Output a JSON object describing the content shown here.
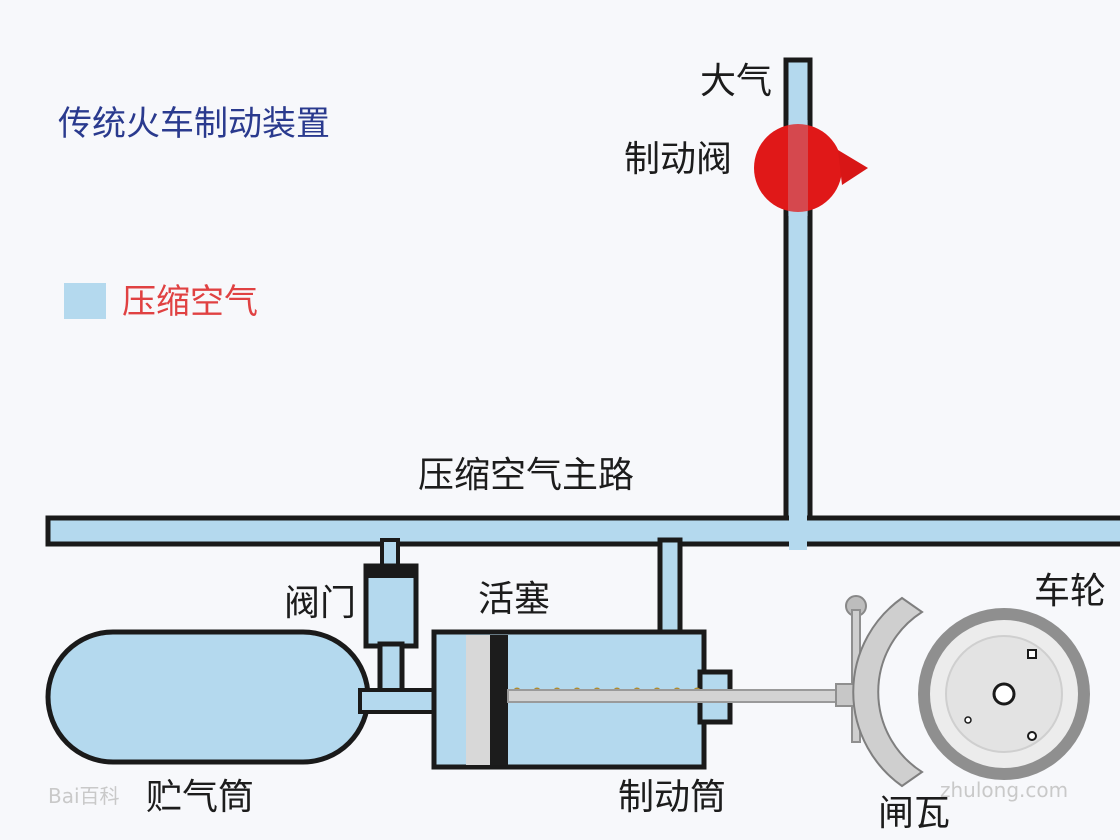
{
  "title": "传统火车制动装置",
  "legend": {
    "label": "压缩空气",
    "color": "#b4d9ee"
  },
  "labels": {
    "atmosphere": "大气",
    "brake_valve": "制动阀",
    "main_line": "压缩空气主路",
    "valve": "阀门",
    "piston": "活塞",
    "wheel": "车轮",
    "reservoir": "贮气筒",
    "brake_cylinder": "制动筒",
    "brake_shoe": "闸瓦"
  },
  "watermarks": {
    "left": "Bai百科",
    "right": "zhulong.com"
  },
  "colors": {
    "pipe_outline": "#1a1a1a",
    "air": "#b4d9ee",
    "valve_red": "#e01818",
    "wheel_gray": "#8f8f8f"
  }
}
